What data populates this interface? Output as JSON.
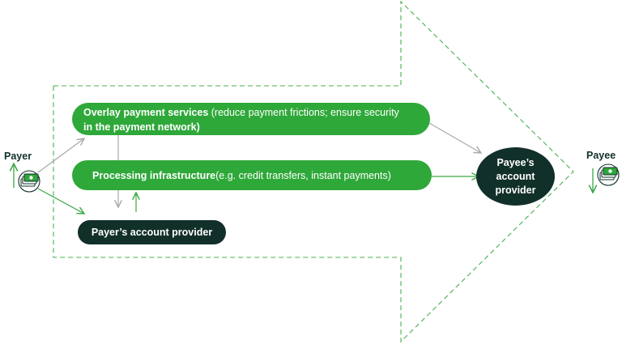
{
  "nodes": {
    "overlay": {
      "title": "Overlay payment services",
      "detail_line1": " (reduce payment frictions; ensure security",
      "detail_line2": "in the payment network)"
    },
    "processing": {
      "title": "Processing infrastructure",
      "detail": " (e.g. credit transfers, instant payments)"
    },
    "payer_provider": {
      "label": "Payer’s account provider"
    },
    "payee_provider": {
      "line1": "Payee’s",
      "line2": "account",
      "line3": "provider"
    }
  },
  "actors": {
    "payer": {
      "label": "Payer",
      "icon": "money-stack-icon"
    },
    "payee": {
      "label": "Payee",
      "icon": "money-stack-icon"
    }
  },
  "colors": {
    "green": "#2fa83a",
    "dark_green": "#12302a",
    "gray_arrow": "#a8a8a8",
    "dashed_outline": "#46b04e"
  }
}
